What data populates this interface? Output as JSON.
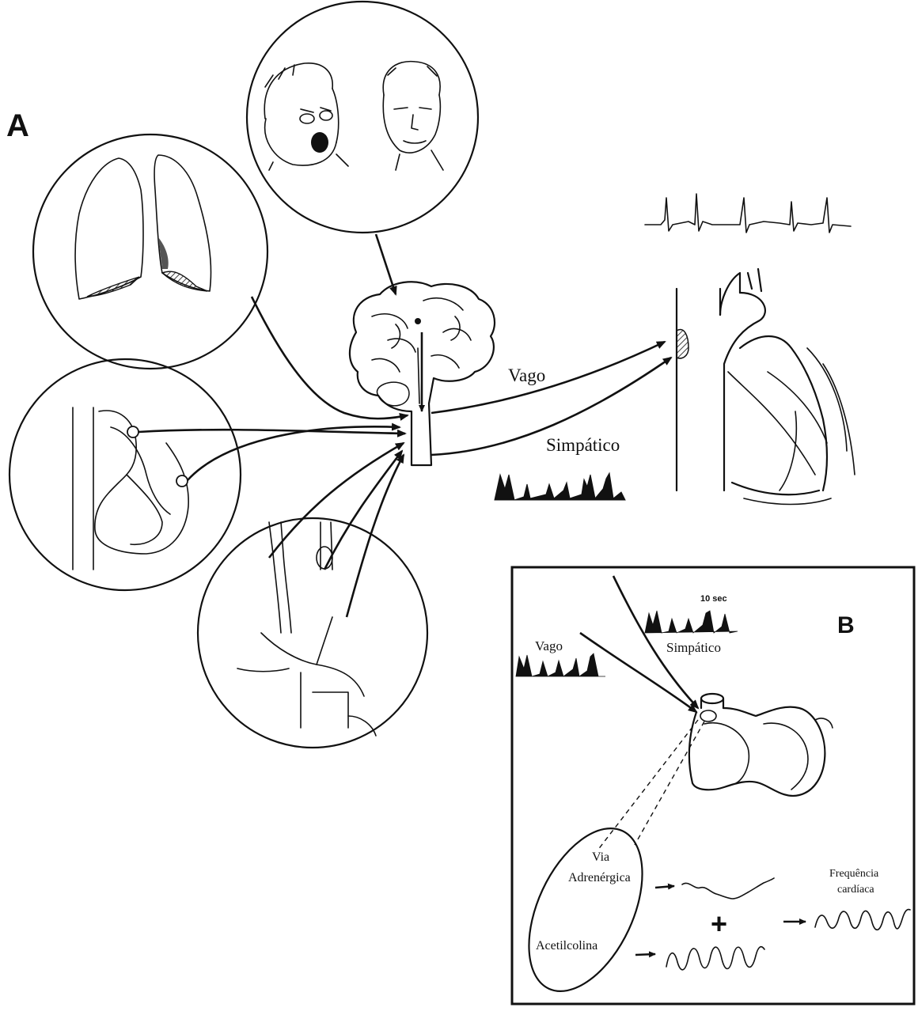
{
  "panels": {
    "a_label": "A",
    "b_label": "B"
  },
  "labels": {
    "vago": "Vago",
    "simpatico": "Simpático"
  },
  "inset_b": {
    "time_scale": "10 sec",
    "vago": "Vago",
    "simpatico": "Simpático",
    "via": "Via",
    "adrenergica": "Adrenérgica",
    "acetilcolina": "Acetilcolina",
    "plus": "+",
    "frequencia": "Frequência",
    "cardiaca": "cardíaca"
  }
}
